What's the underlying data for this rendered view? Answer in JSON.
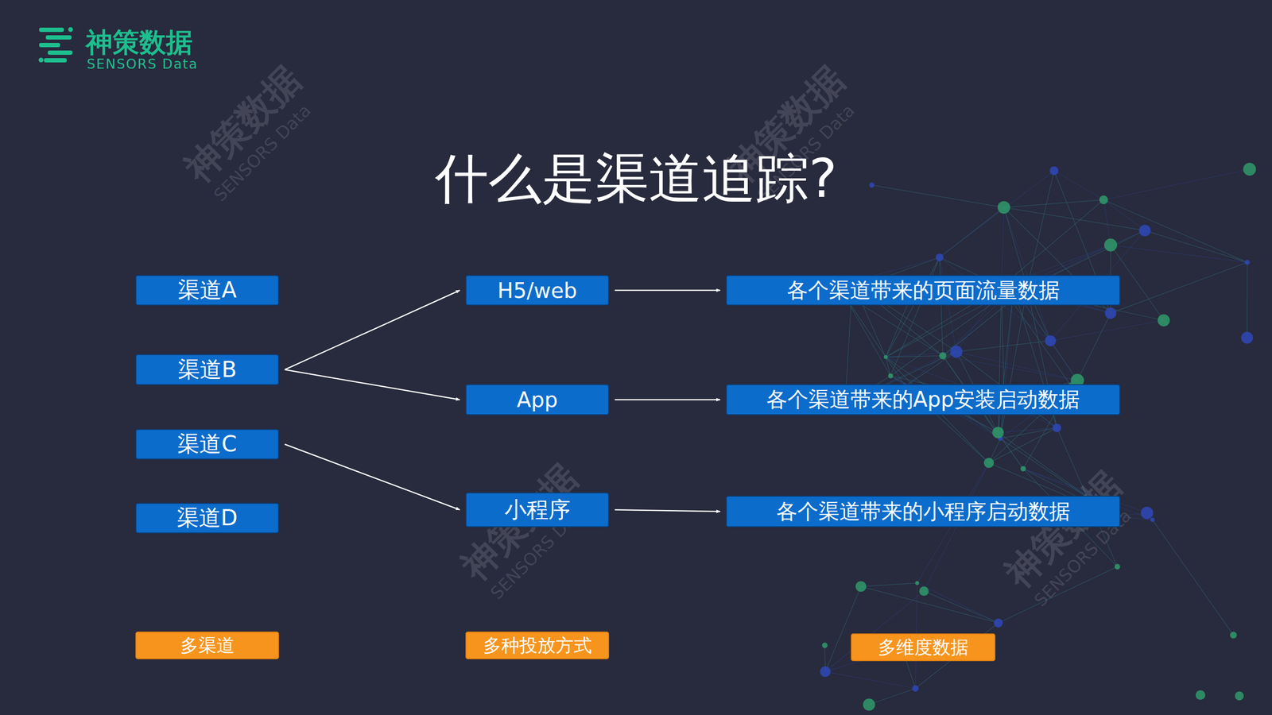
{
  "diagram": {
    "title": "什么是渠道追踪?",
    "nodes": [
      {
        "text": [
          "渠道A"
        ]
      },
      {
        "text": [
          "渠道B"
        ]
      },
      {
        "text": [
          "渠道C"
        ]
      },
      {
        "text": [
          "渠道D"
        ]
      },
      {
        "text": [
          "H5/web"
        ]
      },
      {
        "text": [
          "App"
        ]
      },
      {
        "text": [
          "小程序"
        ]
      },
      {
        "text": [
          "各个渠道带来的页面流量数据"
        ]
      },
      {
        "text": [
          "各个渠道带来的App安装启动数据"
        ]
      },
      {
        "text": [
          "各个渠道带来的小程序启动数据"
        ]
      },
      {
        "text": [
          "多渠道"
        ]
      },
      {
        "text": [
          "多种投放方式"
        ]
      },
      {
        "text": [
          "多维度数据"
        ]
      }
    ],
    "edges": [
      {
        "from": 1,
        "to": 4,
        "arrow": "to"
      },
      {
        "from": 1,
        "to": 5,
        "arrow": "to"
      },
      {
        "from": 2,
        "to": 6,
        "arrow": "to"
      },
      {
        "from": 4,
        "to": 7,
        "arrow": "to"
      },
      {
        "from": 5,
        "to": 8,
        "arrow": "to"
      },
      {
        "from": 6,
        "to": 9,
        "arrow": "to"
      }
    ],
    "labels": [
      "神策数据",
      "SENSORS Data",
      "神策数据",
      "SENSORS Data",
      "神策数据",
      "SENSORS Data",
      "神策数据",
      "SENSORS Data",
      "神策数据",
      "SENSORS Data"
    ]
  }
}
